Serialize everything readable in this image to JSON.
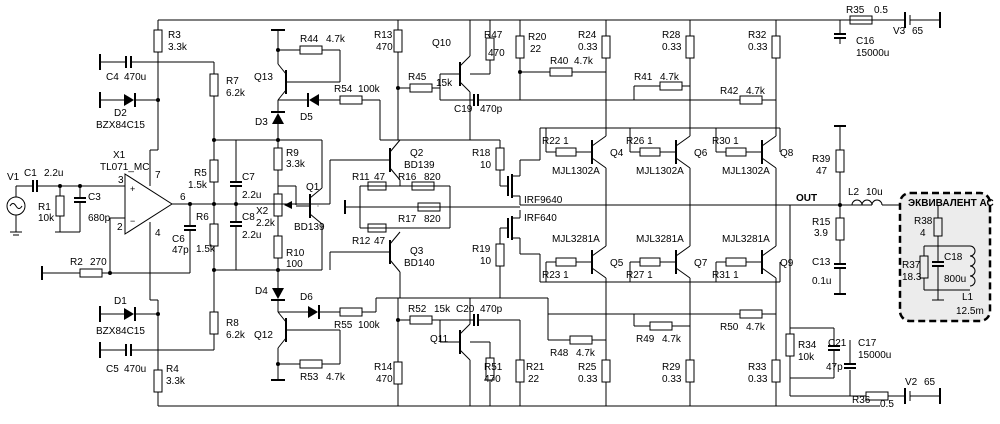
{
  "rails": {
    "pos_fuse": {
      "name": "R35",
      "value": "0.5"
    },
    "neg_fuse": {
      "name": "R36",
      "value": "0.5"
    },
    "v_pos": {
      "name": "V3",
      "value": "65"
    },
    "v_neg": {
      "name": "V2",
      "value": "65"
    },
    "c_pos": {
      "name": "C16",
      "value": "15000u"
    },
    "c_neg": {
      "name": "C17",
      "value": "15000u"
    },
    "c21": {
      "name": "C21",
      "value": "47p"
    },
    "r34": {
      "name": "R34",
      "value": "10k"
    }
  },
  "input": {
    "source": "V1",
    "c1": {
      "name": "C1",
      "value": "2.2u"
    },
    "r1": {
      "name": "R1",
      "value": "10k"
    },
    "c3": {
      "name": "C3",
      "value": "680p"
    },
    "opamp": {
      "name": "X1",
      "model": "TL071_MC"
    },
    "pins": [
      "3",
      "2",
      "7",
      "4",
      "6"
    ],
    "r2": {
      "name": "R2",
      "value": "270"
    },
    "c6": {
      "name": "C6",
      "value": "47p"
    }
  },
  "supplies": {
    "r3": {
      "name": "R3",
      "value": "3.3k"
    },
    "r4": {
      "name": "R4",
      "value": "3.3k"
    },
    "c4": {
      "name": "C4",
      "value": "470u"
    },
    "c5": {
      "name": "C5",
      "value": "470u"
    },
    "d1": {
      "name": "D1",
      "model": "BZX84C15"
    },
    "d2": {
      "name": "D2",
      "model": "BZX84C15"
    },
    "r7": {
      "name": "R7",
      "value": "6.2k"
    },
    "r8": {
      "name": "R8",
      "value": "6.2k"
    },
    "r5": {
      "name": "R5",
      "value": "1.5k"
    },
    "r6": {
      "name": "R6",
      "value": "1.5k"
    },
    "c7": {
      "name": "C7",
      "value": "2.2u"
    },
    "c8": {
      "name": "C8",
      "value": "2.2u"
    }
  },
  "bias": {
    "r9": {
      "name": "R9",
      "value": "3.3k"
    },
    "x2": {
      "name": "X2",
      "value": "2.2k"
    },
    "r10": {
      "name": "R10",
      "value": "100"
    },
    "q1": {
      "name": "Q1",
      "model": "BD139"
    },
    "d3": "D3",
    "d4": "D4",
    "d5": "D5",
    "d6": "D6",
    "q12": "Q12",
    "q13": "Q13",
    "r44": {
      "name": "R44",
      "value": "4.7k"
    },
    "r53": {
      "name": "R53",
      "value": "4.7k"
    },
    "r54": {
      "name": "R54",
      "value": "100k"
    },
    "r55": {
      "name": "R55",
      "value": "100k"
    },
    "r13": {
      "name": "R13",
      "value": "470"
    },
    "r14": {
      "name": "R14",
      "value": "470"
    }
  },
  "drivers": {
    "q2": {
      "name": "Q2",
      "model": "BD139"
    },
    "q3": {
      "name": "Q3",
      "model": "BD140"
    },
    "r11": {
      "name": "R11",
      "value": "47"
    },
    "r12": {
      "name": "R12",
      "value": "47"
    },
    "r16": {
      "name": "R16",
      "value": "820"
    },
    "r17": {
      "name": "R17",
      "value": "820"
    },
    "q10": "Q10",
    "q11": "Q11",
    "r45": {
      "name": "R45",
      "value": "15k"
    },
    "r52": {
      "name": "R52",
      "value": "15k"
    },
    "r47": {
      "name": "R47",
      "value": "470"
    },
    "r51": {
      "name": "R51",
      "value": "470"
    },
    "c19": {
      "name": "C19",
      "value": "470p"
    },
    "c20": {
      "name": "C20",
      "value": "470p"
    },
    "r18": {
      "name": "R18",
      "value": "10"
    },
    "r19": {
      "name": "R19",
      "value": "10"
    },
    "m_top": "IRF9640",
    "m_bot": "IRF640",
    "r20": {
      "name": "R20",
      "value": "22"
    },
    "r21": {
      "name": "R21",
      "value": "22"
    }
  },
  "output": {
    "top": [
      {
        "q": "Q4",
        "model": "MJL1302A",
        "rb": "R22",
        "rbv": "1",
        "re": "R24",
        "rev": "0.33",
        "rf": "R40",
        "rfv": "4.7k"
      },
      {
        "q": "Q6",
        "model": "MJL1302A",
        "rb": "R26",
        "rbv": "1",
        "re": "R28",
        "rev": "0.33",
        "rf": "R41",
        "rfv": "4.7k"
      },
      {
        "q": "Q8",
        "model": "MJL1302A",
        "rb": "R30",
        "rbv": "1",
        "re": "R32",
        "rev": "0.33",
        "rf": "R42",
        "rfv": "4.7k"
      }
    ],
    "bot": [
      {
        "q": "Q5",
        "model": "MJL3281A",
        "rb": "R23",
        "rbv": "1",
        "re": "R25",
        "rev": "0.33",
        "rf": "R48",
        "rfv": "4.7k"
      },
      {
        "q": "Q7",
        "model": "MJL3281A",
        "rb": "R27",
        "rbv": "1",
        "re": "R29",
        "rev": "0.33",
        "rf": "R49",
        "rfv": "4.7k"
      },
      {
        "q": "Q9",
        "model": "MJL3281A",
        "rb": "R31",
        "rbv": "1",
        "re": "R33",
        "rev": "0.33",
        "rf": "R50",
        "rfv": "4.7k"
      }
    ],
    "out_label": "OUT",
    "r39": {
      "name": "R39",
      "value": "47"
    },
    "r15": {
      "name": "R15",
      "value": "3.9"
    },
    "c13": {
      "name": "C13",
      "value": "0.1u"
    },
    "l2": {
      "name": "L2",
      "value": "10u"
    }
  },
  "load": {
    "title": "ЭКВИВАЛЕНТ АС",
    "r38": {
      "name": "R38",
      "value": "4"
    },
    "r37": {
      "name": "R37",
      "value": "18.3"
    },
    "c18": {
      "name": "C18",
      "value": "800u"
    },
    "l1": {
      "name": "L1",
      "value": "12.5m"
    }
  }
}
